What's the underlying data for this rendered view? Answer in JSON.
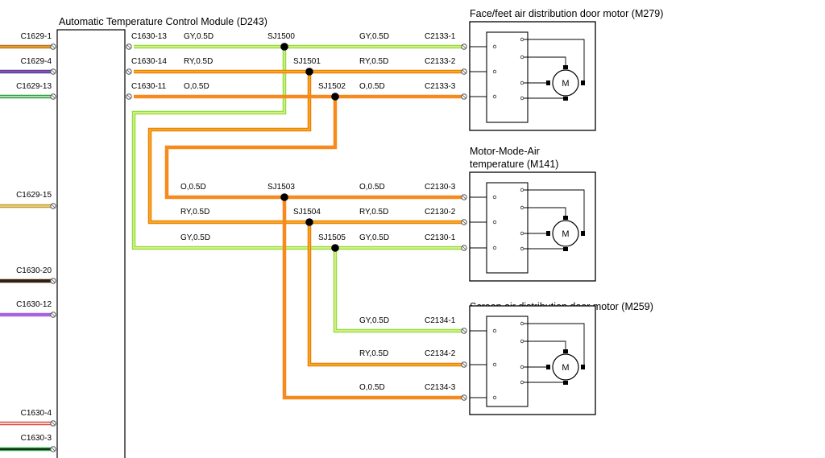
{
  "module_title": "Automatic Temperature Control Module (D243)",
  "colors": {
    "GY": "#8ee03e",
    "GY_stripe": "#f3ef9c",
    "RY": "#f5790f",
    "RY_stripe": "#e8c51c",
    "O": "#f78a1e",
    "wire_brown": "#c07315",
    "wire_blue": "#3b46c8",
    "wire_green": "#22a338",
    "wire_tan": "#c49a35",
    "wire_dark": "#402200",
    "wire_violet": "#a865e0",
    "wire_red_white": "#d94b3b",
    "wire_green_black": "#22a338"
  },
  "left_connectors": [
    "C1629-1",
    "C1629-4",
    "C1629-13",
    "C1629-15",
    "C1630-20",
    "C1630-12",
    "C1630-4",
    "C1630-3"
  ],
  "module_pins": [
    {
      "pin": "C1630-13",
      "wire": "GY,0.5D"
    },
    {
      "pin": "C1630-14",
      "wire": "RY,0.5D"
    },
    {
      "pin": "C1630-11",
      "wire": "O,0.5D"
    }
  ],
  "splices": [
    "SJ1500",
    "SJ1501",
    "SJ1502",
    "SJ1503",
    "SJ1504",
    "SJ1505"
  ],
  "motors": [
    {
      "title": "Face/feet air distribution door motor (M279)",
      "connectors": [
        {
          "wire": "GY,0.5D",
          "pin": "C2133-1"
        },
        {
          "wire": "RY,0.5D",
          "pin": "C2133-2"
        },
        {
          "wire": "O,0.5D",
          "pin": "C2133-3"
        }
      ]
    },
    {
      "title_line1": "Motor-Mode-Air",
      "title_line2": "temperature (M141)",
      "connectors": [
        {
          "wire": "O,0.5D",
          "pin": "C2130-3"
        },
        {
          "wire": "RY,0.5D",
          "pin": "C2130-2"
        },
        {
          "wire": "GY,0.5D",
          "pin": "C2130-1"
        }
      ]
    },
    {
      "title": "Screen air distribution door motor (M259)",
      "connectors": [
        {
          "wire": "GY,0.5D",
          "pin": "C2134-1"
        },
        {
          "wire": "RY,0.5D",
          "pin": "C2134-2"
        },
        {
          "wire": "O,0.5D",
          "pin": "C2134-3"
        }
      ]
    }
  ],
  "mid_wire_labels": [
    "O,0.5D",
    "RY,0.5D",
    "GY,0.5D"
  ],
  "motor_symbol": "M"
}
